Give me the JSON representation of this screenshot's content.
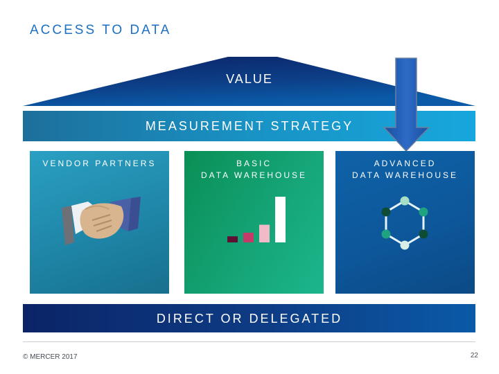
{
  "slide": {
    "title": "ACCESS TO DATA",
    "roof_label": "VALUE",
    "band_label": "MEASUREMENT STRATEGY",
    "foundation_label": "DIRECT OR DELEGATED",
    "footer_copyright": "© MERCER 2017",
    "page_number": "22"
  },
  "pillars": [
    {
      "label": "VENDOR PARTNERS",
      "icon": "handshake-icon"
    },
    {
      "label_line1": "BASIC",
      "label_line2": "DATA WAREHOUSE",
      "icon": "bar-chart-icon"
    },
    {
      "label_line1": "ADVANCED",
      "label_line2": "DATA WAREHOUSE",
      "icon": "network-hexagon-icon"
    }
  ],
  "bar_icon": {
    "values": [
      1,
      1.6,
      2.9,
      7.5
    ],
    "colors": [
      "#5e1033",
      "#c43b6a",
      "#f2b9c9",
      "#ffffff"
    ]
  },
  "network_icon": {
    "node_colors": [
      "#a7dec8",
      "#1fa27f",
      "#0f4c36",
      "#d7efe6",
      "#1fa27f",
      "#0f4c36"
    ]
  },
  "colors": {
    "title": "#1a6fc4",
    "roof_top": "#0b2467",
    "roof_bottom": "#0a5aa7",
    "arrow": "#1d5db4"
  }
}
